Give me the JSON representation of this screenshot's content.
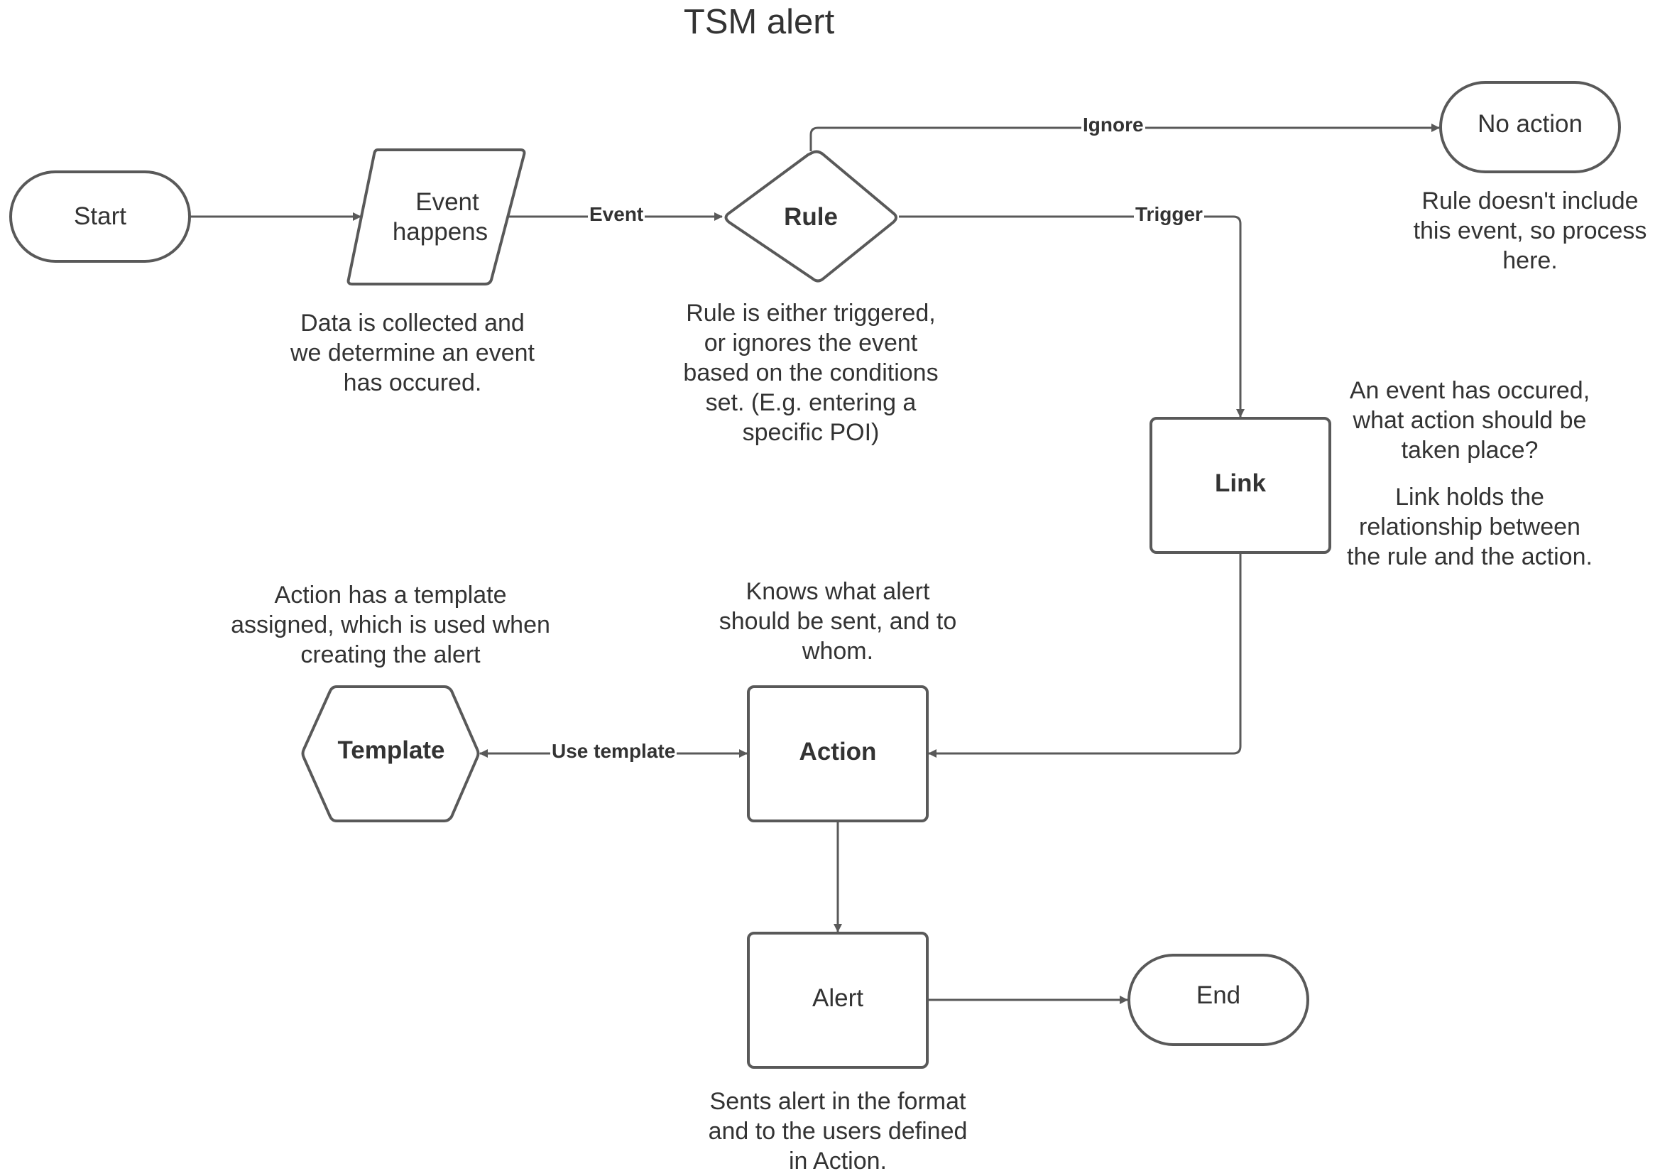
{
  "diagram": {
    "title": "TSM alert",
    "colors": {
      "stroke": "#595959",
      "text": "#333333",
      "background": "#ffffff"
    },
    "nodes": {
      "start": {
        "label": "Start",
        "shape": "terminator"
      },
      "event_happens": {
        "label_line1": "Event",
        "label_line2": "happens",
        "shape": "parallelogram"
      },
      "rule": {
        "label": "Rule",
        "shape": "decision"
      },
      "no_action": {
        "label": "No action",
        "shape": "terminator"
      },
      "link": {
        "label": "Link",
        "shape": "process"
      },
      "action": {
        "label": "Action",
        "shape": "process"
      },
      "template": {
        "label": "Template",
        "shape": "hexagon"
      },
      "alert": {
        "label": "Alert",
        "shape": "process"
      },
      "end": {
        "label": "End",
        "shape": "terminator"
      }
    },
    "edges": {
      "start_to_event": {
        "from": "start",
        "to": "event_happens",
        "label": ""
      },
      "event_to_rule": {
        "from": "event_happens",
        "to": "rule",
        "label": "Event"
      },
      "rule_to_no_action": {
        "from": "rule",
        "to": "no_action",
        "label": "Ignore"
      },
      "rule_to_link": {
        "from": "rule",
        "to": "link",
        "label": "Trigger"
      },
      "link_to_action": {
        "from": "link",
        "to": "action",
        "label": ""
      },
      "action_template": {
        "from": "action",
        "to": "template",
        "label": "Use template",
        "bidirectional": true
      },
      "action_to_alert": {
        "from": "action",
        "to": "alert",
        "label": ""
      },
      "alert_to_end": {
        "from": "alert",
        "to": "end",
        "label": ""
      }
    },
    "notes": {
      "event_note": [
        "Data is collected and",
        "we determine an event",
        "has occured."
      ],
      "rule_note": [
        "Rule is either triggered,",
        "or ignores the event",
        "based on the conditions",
        "set. (E.g. entering a",
        "specific POI)"
      ],
      "no_action_note": [
        "Rule doesn't include",
        "this event, so process",
        "here."
      ],
      "link_note_1": [
        "An event has occured,",
        "what action should be",
        "taken place?"
      ],
      "link_note_2": [
        "Link holds the",
        "relationship between",
        "the rule and the action."
      ],
      "template_note": [
        "Action has a template",
        "assigned, which is used when",
        "creating the alert"
      ],
      "action_note": [
        "Knows what alert",
        "should be sent, and to",
        "whom."
      ],
      "alert_note": [
        "Sents alert in the format",
        "and to the users defined",
        "in Action."
      ]
    }
  }
}
